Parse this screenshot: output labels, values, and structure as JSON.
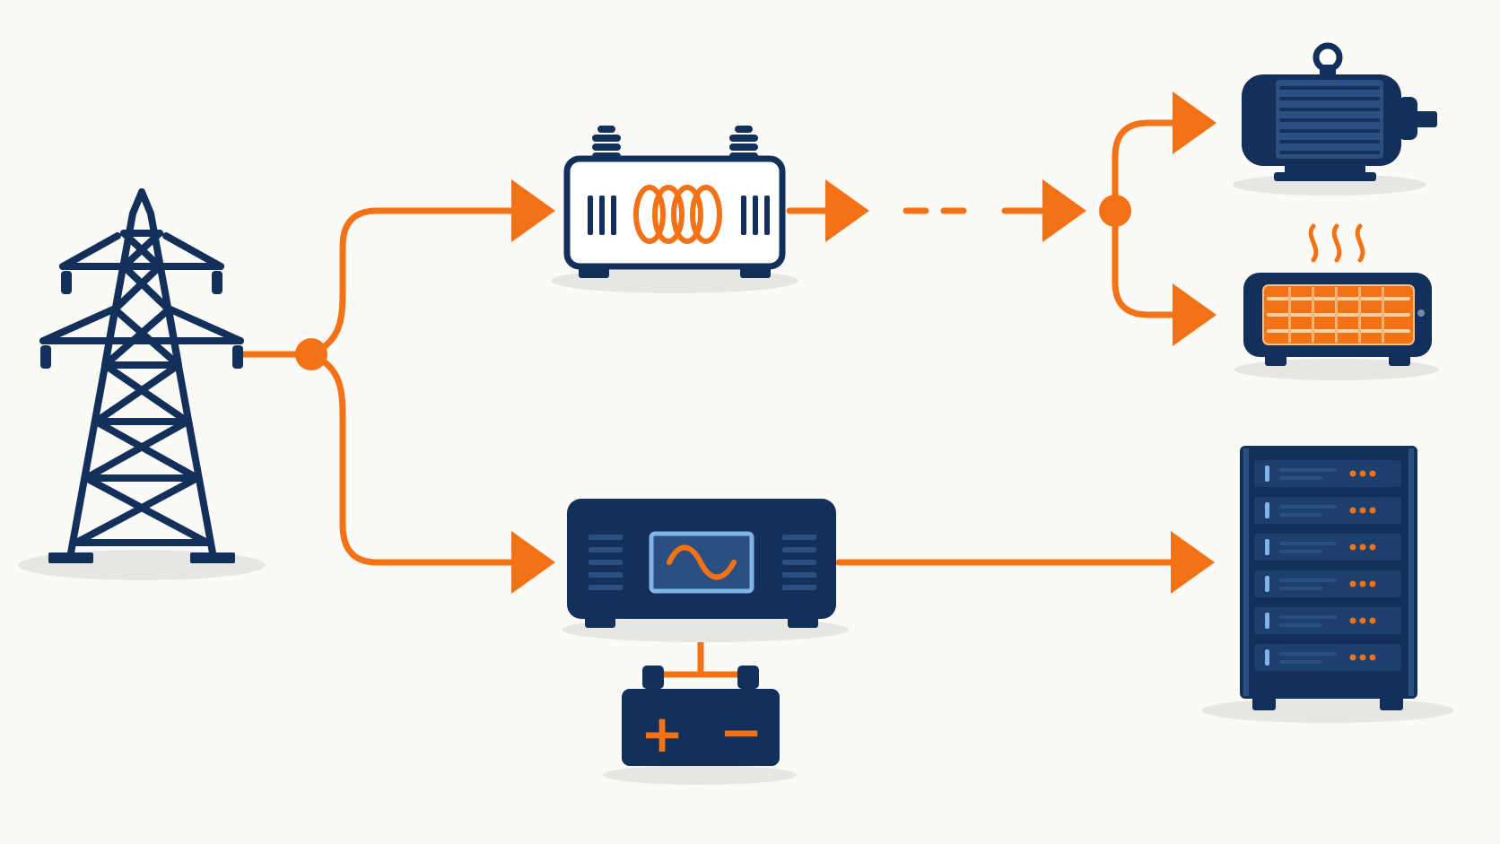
{
  "colors": {
    "background": "#fbfaf6",
    "navy": "#13305a",
    "navy_light": "#2b4f80",
    "accent": "#f47216",
    "highlight": "#7fb4ea",
    "panel": "#ffffff",
    "shadow": "#e7e6e2"
  },
  "nodes": [
    {
      "id": "tower",
      "icon": "transmission-tower-icon"
    },
    {
      "id": "transformer",
      "icon": "transformer-icon"
    },
    {
      "id": "ups",
      "icon": "ups-inverter-icon"
    },
    {
      "id": "battery",
      "icon": "battery-icon"
    },
    {
      "id": "motor",
      "icon": "electric-motor-icon"
    },
    {
      "id": "heater",
      "icon": "heater-icon"
    },
    {
      "id": "server",
      "icon": "server-rack-icon"
    }
  ],
  "connections": [
    {
      "from": "tower",
      "to": "junction-left"
    },
    {
      "from": "junction-left",
      "to": "transformer",
      "arrow": true
    },
    {
      "from": "junction-left",
      "to": "ups",
      "arrow": true
    },
    {
      "from": "transformer",
      "to": "junction-right",
      "arrow": true,
      "style": "dashed"
    },
    {
      "from": "junction-right",
      "to": "motor",
      "arrow": true
    },
    {
      "from": "junction-right",
      "to": "heater",
      "arrow": true
    },
    {
      "from": "ups",
      "to": "server",
      "arrow": true
    },
    {
      "from": "ups",
      "to": "battery"
    }
  ],
  "battery": {
    "plus_symbol": "+",
    "minus_symbol": "−"
  }
}
